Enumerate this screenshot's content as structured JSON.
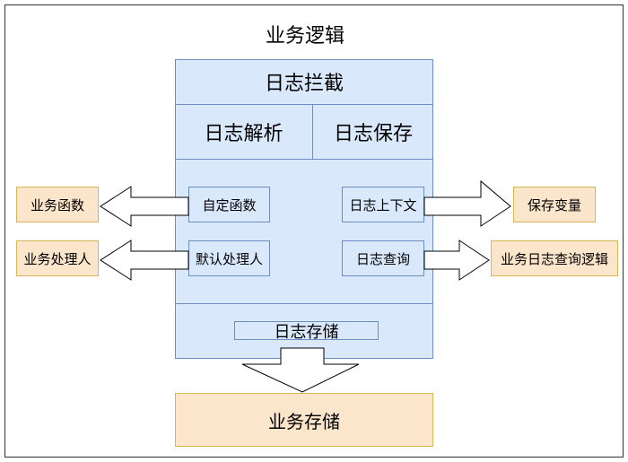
{
  "diagram": {
    "title": "业务逻辑",
    "interceptor": {
      "title": "日志拦截",
      "parse_label": "日志解析",
      "save_label": "日志保存",
      "custom_function": "自定函数",
      "default_handler": "默认处理人",
      "log_context": "日志上下文",
      "log_query": "日志查询",
      "log_storage": "日志存储"
    },
    "external": {
      "business_function": "业务函数",
      "business_handler": "业务处理人",
      "save_variable": "保存变量",
      "business_log_query_logic": "业务日志查询逻辑",
      "business_storage": "业务存储"
    }
  },
  "colors": {
    "blue_fill": "#dae8fc",
    "blue_stroke": "#6c8ebf",
    "orange_fill": "#fbe5cb",
    "orange_stroke": "#d6b656"
  }
}
